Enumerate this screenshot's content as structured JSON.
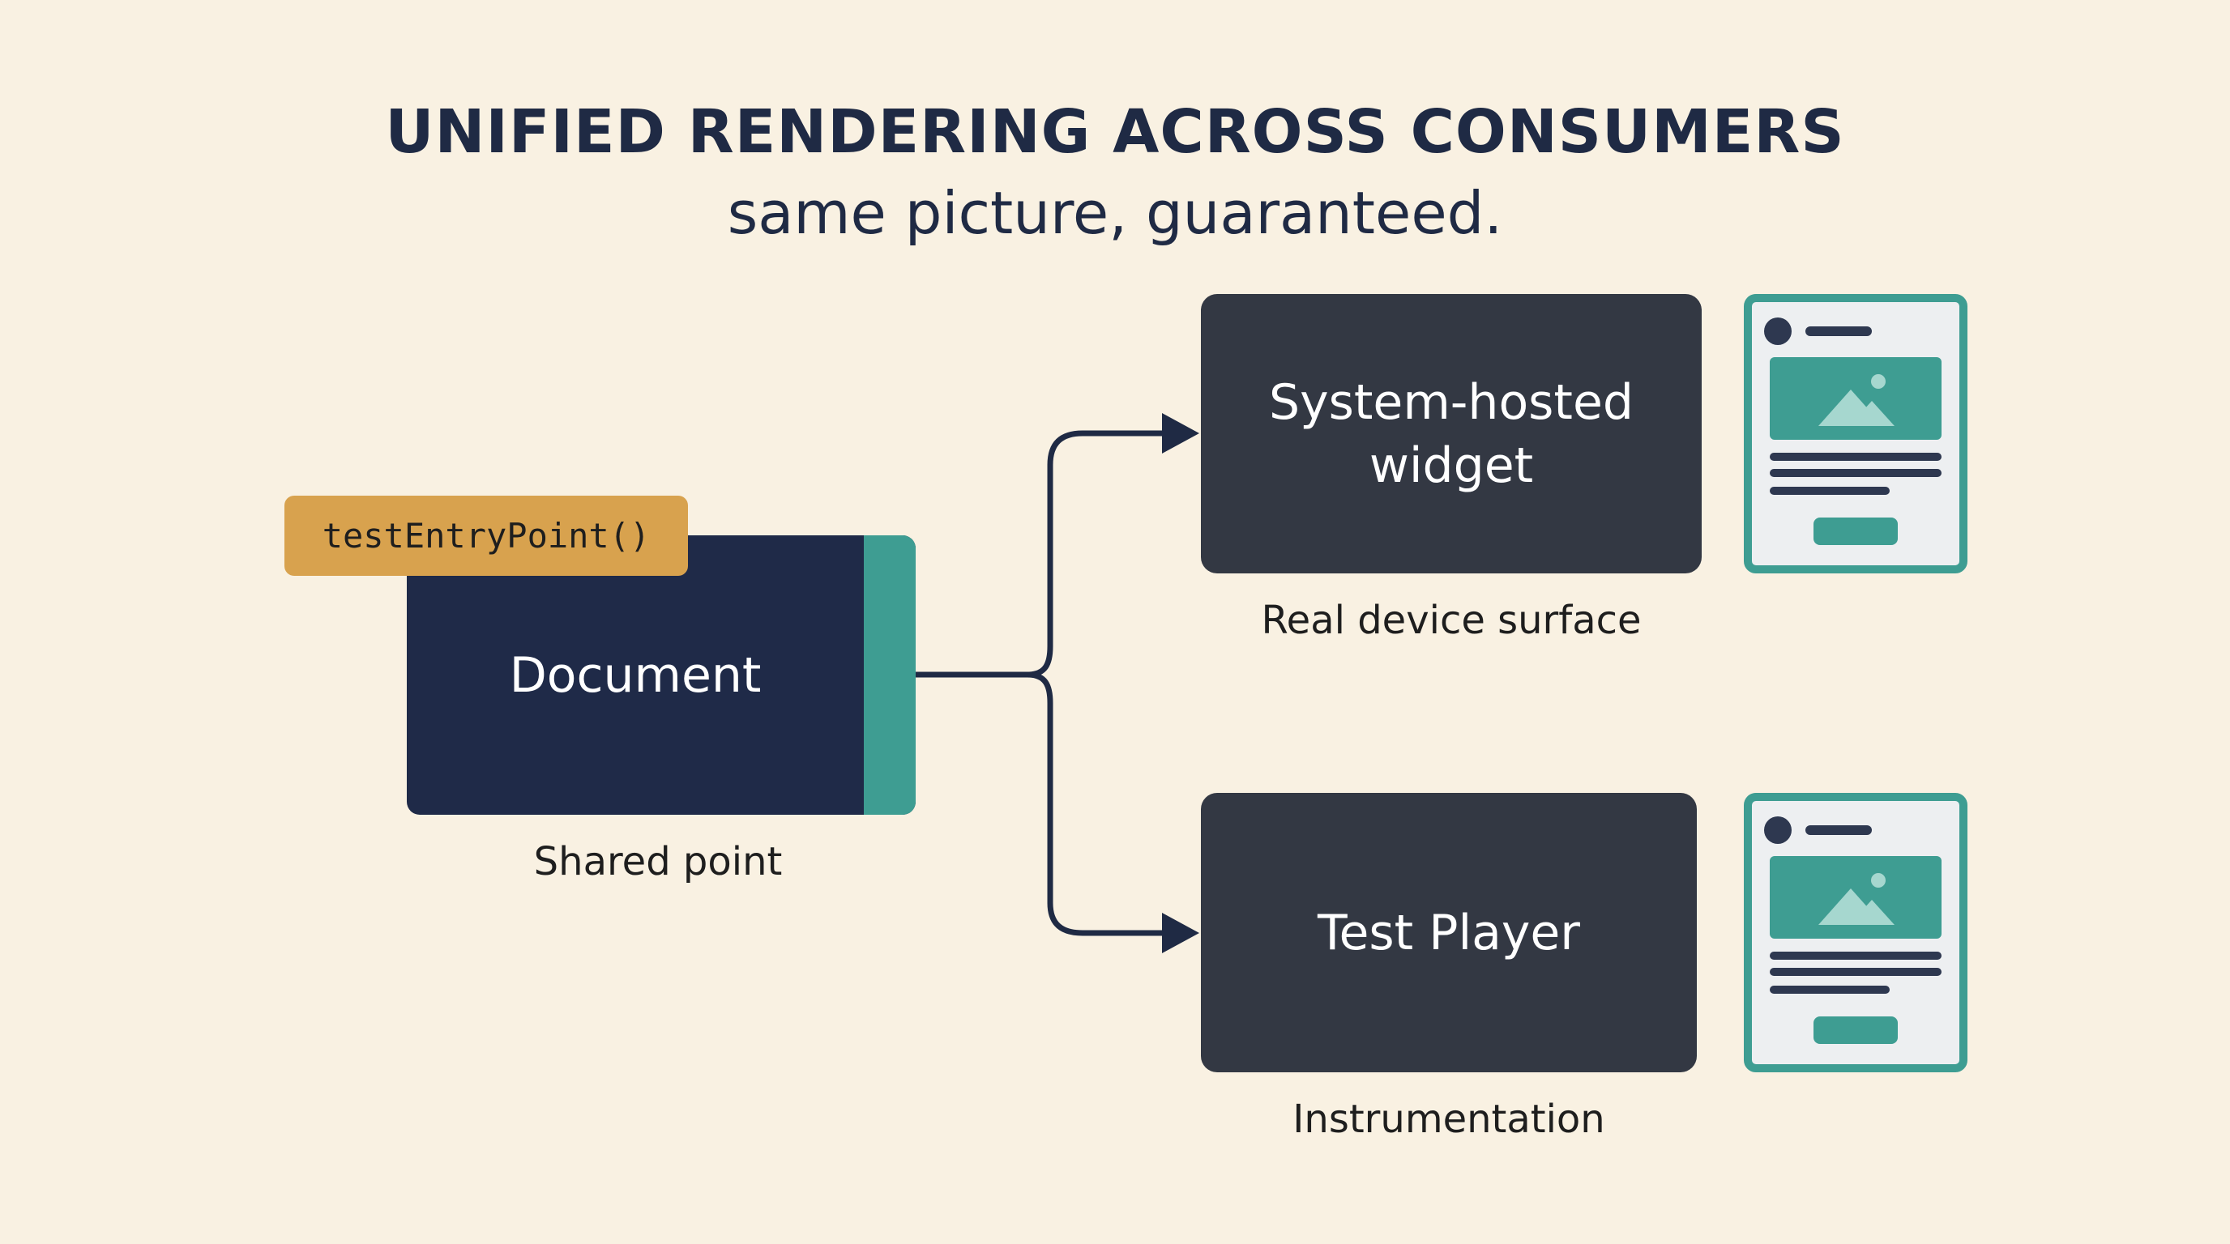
{
  "title": "UNIFIED RENDERING ACROSS CONSUMERS",
  "subtitle": "same picture, guaranteed.",
  "source": {
    "label": "Document",
    "entry_point": "testEntryPoint()",
    "caption": "Shared point"
  },
  "targets": [
    {
      "label": "System-hosted widget",
      "caption": "Real device surface"
    },
    {
      "label": "Test Player",
      "caption": "Instrumentation"
    }
  ],
  "colors": {
    "background": "#f9f1e2",
    "document": "#1f2a48",
    "accent": "#3e9d92",
    "entry_tag": "#d8a24e",
    "node": "#333843",
    "connector": "#1f2a44"
  },
  "icons": [
    "widget-preview-icon",
    "image-placeholder-icon"
  ]
}
